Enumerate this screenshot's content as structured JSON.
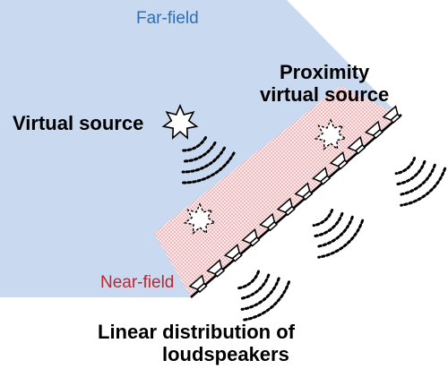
{
  "labels": {
    "far_field": "Far-field",
    "near_field": "Near-field",
    "virtual_source": "Virtual source",
    "proximity_line1": "Proximity",
    "proximity_line2": "virtual source",
    "linear_line1": "Linear distribution of",
    "linear_line2": "loudspeakers"
  },
  "colors": {
    "far_field_fill": "#c9d9f0",
    "near_field_fill": "#f2c9cc",
    "far_field_text": "#2f6fb5",
    "near_field_text": "#c0262d",
    "ink": "#000000"
  },
  "icons": {
    "virtual_source": "star-burst-icon",
    "proximity_sources": "dashed-star-burst-icon",
    "loudspeakers": "loudspeaker-icon",
    "waves": "dotted-sound-wave-icon"
  },
  "loudspeaker_count": 12,
  "proximity_source_count": 2,
  "wave_group_count": 4
}
